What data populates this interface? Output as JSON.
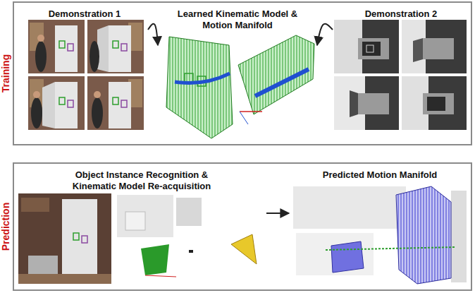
{
  "diagram": {
    "nodes": [
      {
        "text": [
          "Training"
        ]
      },
      {
        "text": [
          "Demonstration 1"
        ],
        "in": 0
      },
      {
        "text": [
          "Learned Kinematic Model & Motion Manifold"
        ],
        "in": 0
      },
      {
        "text": [
          "Demonstration 2"
        ],
        "in": 0
      },
      {
        "text": [
          "Prediction"
        ]
      },
      {
        "text": [
          "Object Instance Recognition & Kinematic Model Re-acquisition"
        ],
        "in": 4
      },
      {
        "text": [
          "Predicted Motion Manifold"
        ],
        "in": 4
      }
    ],
    "edges": [
      {
        "from": 1,
        "to": 2,
        "arrow": "to"
      },
      {
        "from": 3,
        "to": 2,
        "arrow": "to"
      },
      {
        "from": 5,
        "to": 6,
        "arrow": "to"
      }
    ]
  }
}
